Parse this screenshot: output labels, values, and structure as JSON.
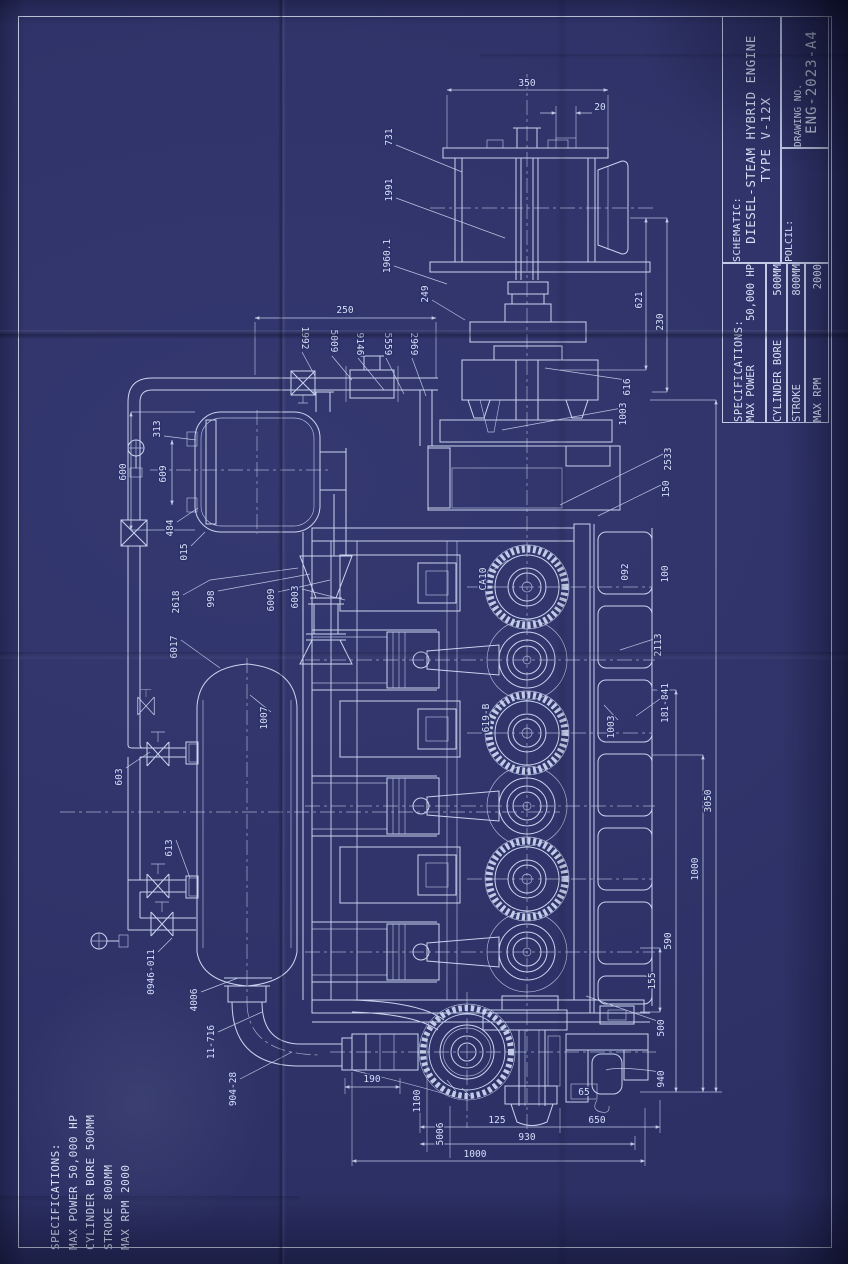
{
  "sheet": {
    "bg_color": "#30346a",
    "line_color": "#c9d4ee",
    "description": "Blueprint engineering drawing, landscape sheet rotated 90 degrees on portrait photo"
  },
  "title_block": {
    "schematic_label": "SCHEMATIC:",
    "title_line1": "DIESEL-STEAM HYBRID ENGINE",
    "title_line2": "TYPE V-12X",
    "drawing_no_label": "DRAWING NO.",
    "drawing_no": "ENG-2023-A4",
    "detail_label": "POLCIL:",
    "specs": {
      "heading": "SPECIFICATIONS:",
      "rows": [
        {
          "label": "MAX POWER",
          "value": "50,000 HP"
        },
        {
          "label": "CYLINDER BORE",
          "value": "500MM"
        },
        {
          "label": "STROKE",
          "value": "800MM"
        },
        {
          "label": "MAX RPM",
          "value": "2000"
        }
      ]
    }
  },
  "corner_specs": {
    "line1": "SPECIFICATIONS:",
    "line2": "MAX POWER 50,000 HP",
    "line3": "CYLINDER BORE 500MM",
    "line4": "STROKE 800MM",
    "line5": "MAX RPM 2000"
  },
  "dims": {
    "d350": "350",
    "d20": "20",
    "d250": "250",
    "d190": "190",
    "d125": "125",
    "d650": "650",
    "d930": "930",
    "d1000b": "1000",
    "d65": "65",
    "d731": "731",
    "d1991": "1991",
    "d1960": "1960.1",
    "d249": "249",
    "d621": "621",
    "d230": "230",
    "d616": "616",
    "d1003a": "1003",
    "d2533": "2533",
    "d150a": "150",
    "d600l": "600",
    "d313": "313",
    "d609": "609",
    "d484": "484",
    "d015": "015",
    "d2618": "2618",
    "d998": "998",
    "d6009": "6009",
    "d6003": "6003",
    "d6017": "6017",
    "d1007": "1007",
    "d603": "603",
    "d613": "613",
    "d0946": "0946-011",
    "d4006": "4006",
    "d11716": "11-716",
    "d90428": "904-28",
    "d1100": "1100",
    "d5006": "5006",
    "d500b": "500",
    "d940": "940",
    "d155": "155",
    "d590": "590",
    "d1000r": "1000",
    "d3050": "3050",
    "d092": "092",
    "d100r": "100",
    "d2113": "2113",
    "d181": "181-841",
    "dca10": "CA10",
    "d619b": "619-B",
    "d1003b": "1003",
    "d1992": "1992",
    "d5009": "5009",
    "d9146": "9146",
    "d5559": "5559",
    "d2969": "2969"
  }
}
